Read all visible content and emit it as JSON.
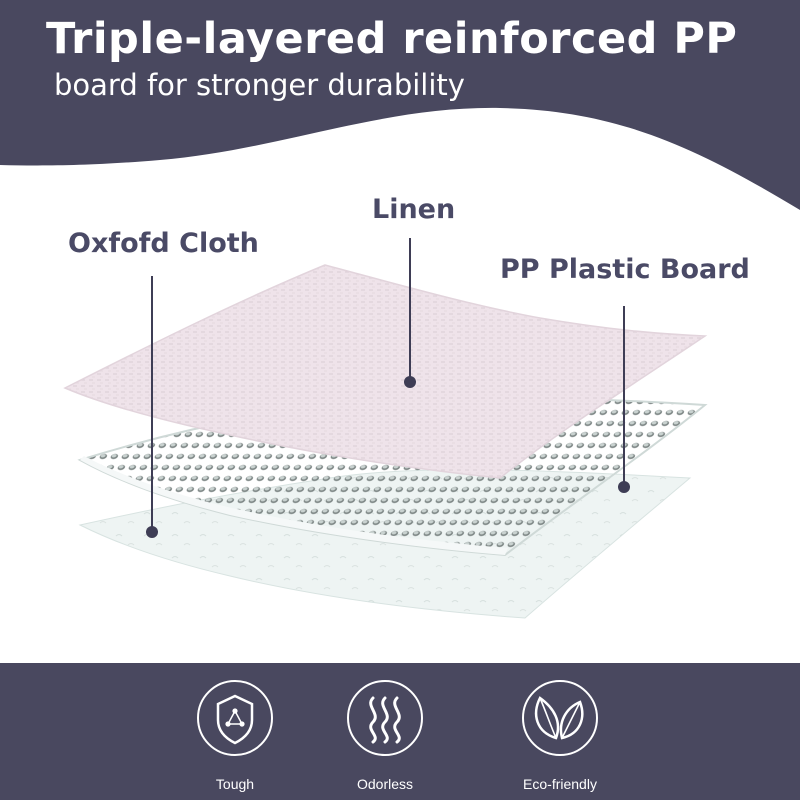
{
  "header": {
    "title": "Triple-layered reinforced PP",
    "subtitle": "board for stronger durability"
  },
  "layers": {
    "top": "Linen",
    "middle": "PP Plastic Board",
    "bottom": "Oxfofd Cloth"
  },
  "features": [
    {
      "label": "Tough",
      "icon": "shield-icon"
    },
    {
      "label": "Odorless",
      "icon": "steam-waves-icon"
    },
    {
      "label": "Eco-friendly",
      "icon": "leaves-icon"
    }
  ],
  "colors": {
    "navy": "#49485f",
    "line": "#3e3d55",
    "linen": "#efe3ea",
    "board": "#dfe8e6",
    "cloth": "#eef4f3"
  }
}
